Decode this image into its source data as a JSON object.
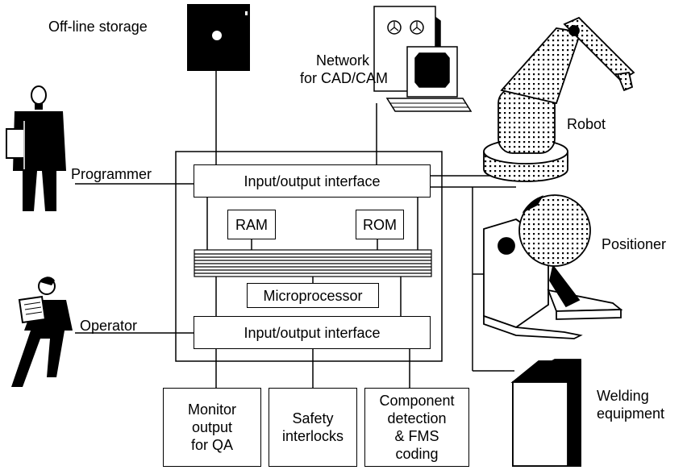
{
  "labels": {
    "offline_storage": "Off-line storage",
    "network": "Network\nfor CAD/CAM",
    "programmer": "Programmer",
    "operator": "Operator",
    "robot": "Robot",
    "positioner": "Positioner",
    "welding": "Welding\nequipment"
  },
  "controller": {
    "io_top": "Input/output interface",
    "ram": "RAM",
    "rom": "ROM",
    "microprocessor": "Microprocessor",
    "io_bottom": "Input/output interface"
  },
  "outputs": {
    "monitor": "Monitor\noutput\nfor QA",
    "safety": "Safety\ninterlocks",
    "component": "Component\ndetection\n& FMS\ncoding"
  },
  "colors": {
    "ink": "#000000",
    "paper": "#ffffff"
  },
  "icons": [
    "floppy-disk-icon",
    "computer-terminal-icon",
    "robot-arm-icon",
    "positioner-icon",
    "welding-equipment-icon",
    "programmer-person-icon",
    "operator-person-icon"
  ]
}
